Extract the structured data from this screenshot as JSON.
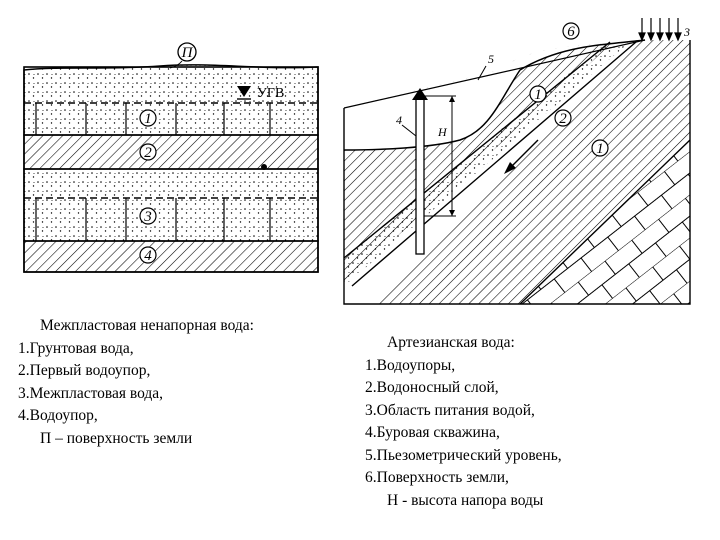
{
  "left_diagram": {
    "surface_marker": "П",
    "water_table_label": "УГВ",
    "layer_markers": [
      "1",
      "2",
      "3",
      "4"
    ]
  },
  "right_diagram": {
    "markers": {
      "surface": "6",
      "recharge": "3",
      "piezometric_line": "5",
      "borehole": "4",
      "head": "H",
      "aquitard_upper": "1",
      "aquifer": "2",
      "aquitard_lower": "1"
    }
  },
  "legend_left": {
    "title": "Межпластовая ненапорная вода:",
    "items": [
      "1.Грунтовая вода,",
      "2.Первый водоупор,",
      "3.Межпластовая вода,",
      "4.Водоупор,"
    ],
    "note": "П – поверхность земли"
  },
  "legend_right": {
    "title": "Артезианская вода:",
    "items": [
      "1.Водоупоры,",
      "2.Водоносный слой,",
      "3.Область питания водой,",
      "4.Буровая скважина,",
      "5.Пьезометрический уровень,",
      "6.Поверхность земли,"
    ],
    "note": "Н - высота напора воды"
  }
}
